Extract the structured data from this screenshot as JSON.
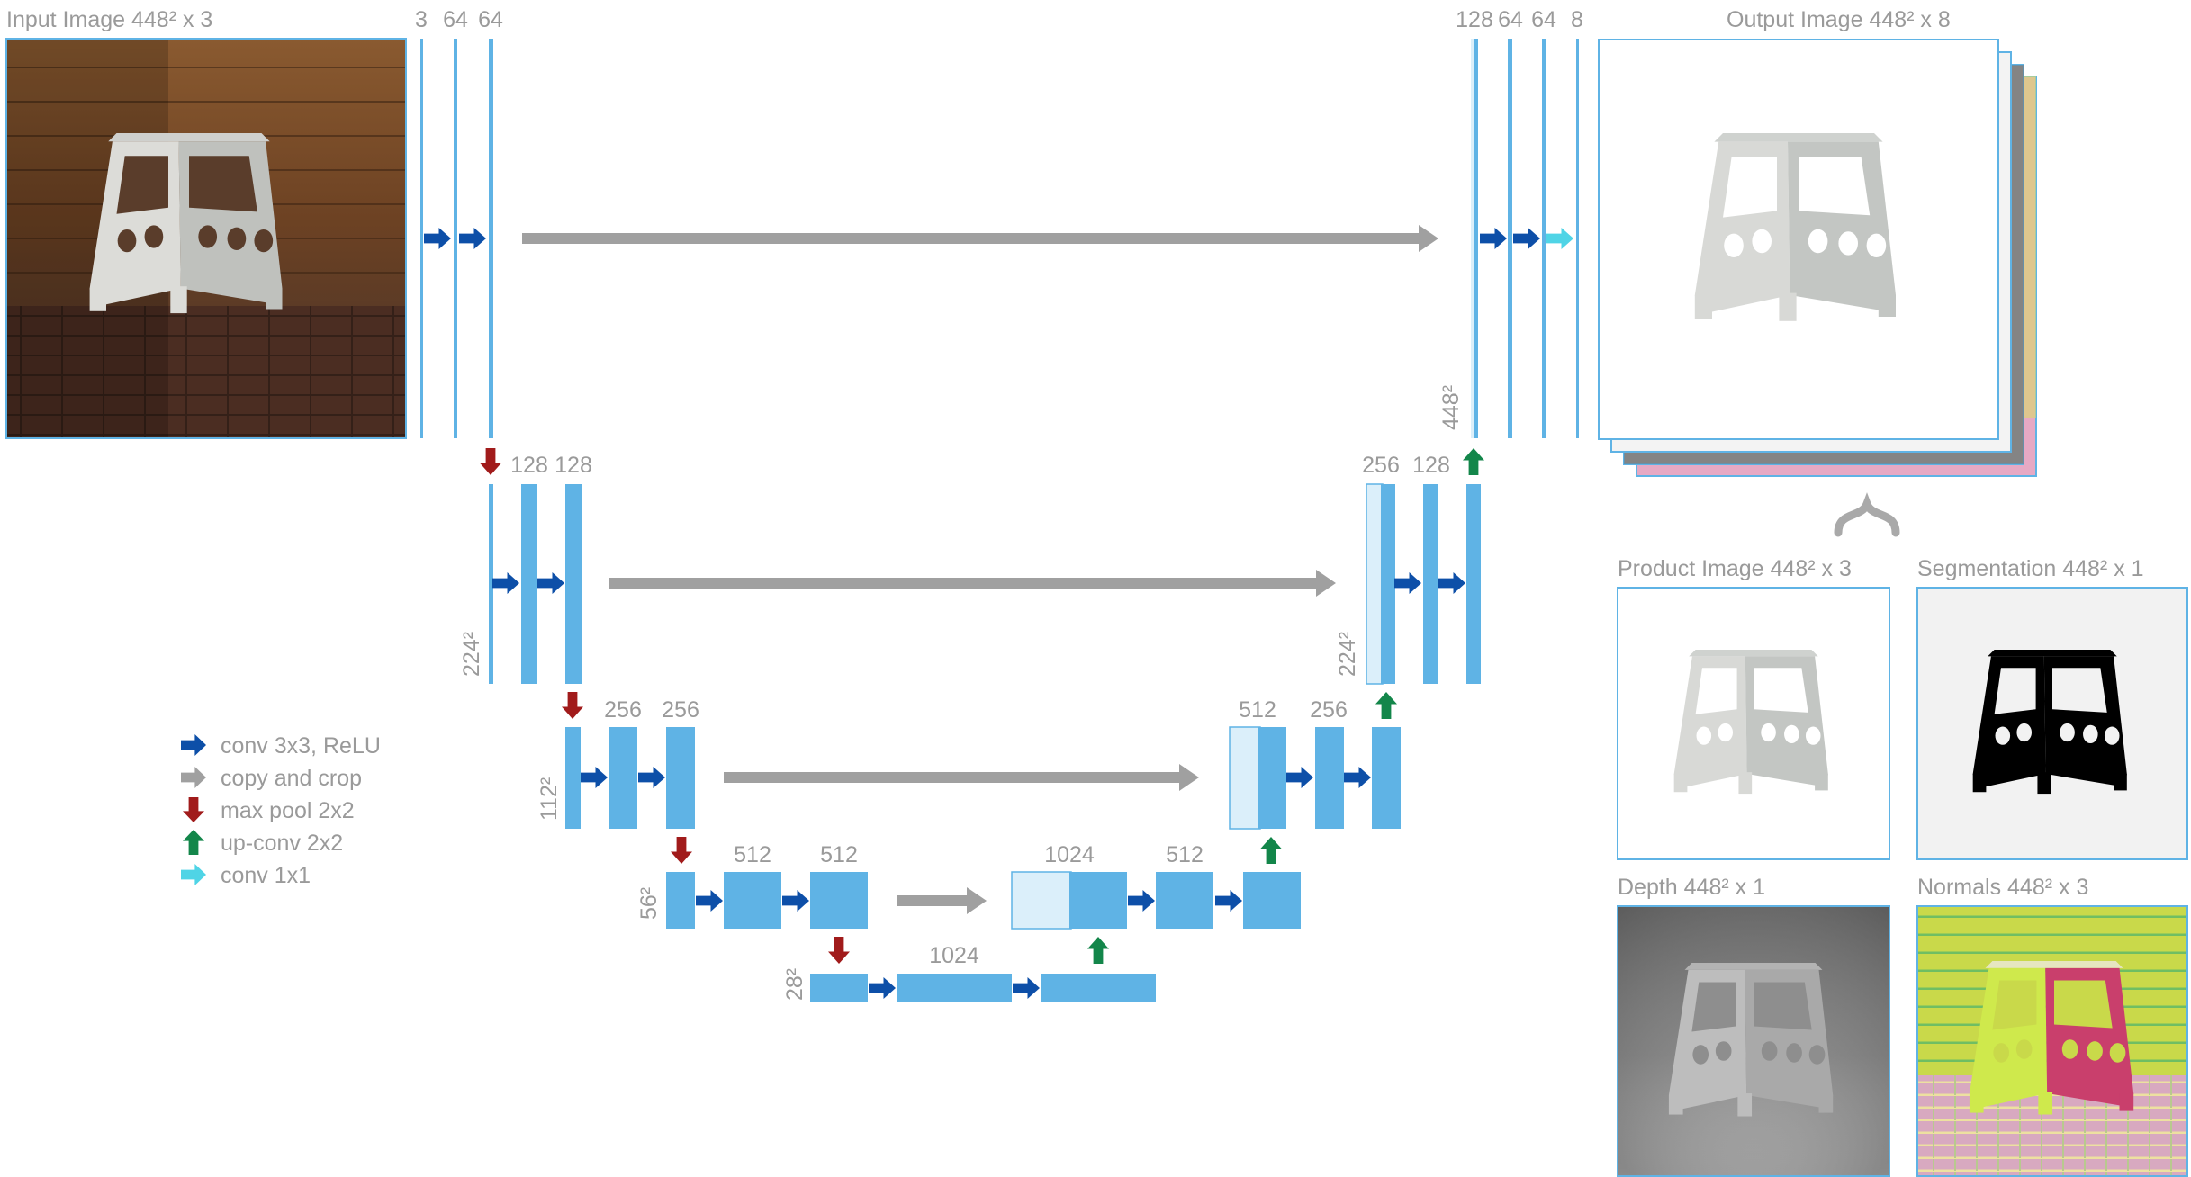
{
  "images": {
    "input": "Input Image 448² x 3",
    "output": "Output Image 448² x 8",
    "product": "Product Image 448² x 3",
    "segmentation": "Segmentation 448² x 1",
    "depth": "Depth 448² x 1",
    "normals": "Normals 448² x 3"
  },
  "channels": {
    "enc1": [
      "3",
      "64",
      "64"
    ],
    "enc2": [
      "128",
      "128"
    ],
    "enc3": [
      "256",
      "256"
    ],
    "enc4": [
      "512",
      "512"
    ],
    "bottleneck": "1024",
    "dec4": [
      "1024",
      "512"
    ],
    "dec3": [
      "512",
      "256"
    ],
    "dec2": [
      "256",
      "128"
    ],
    "dec1": [
      "128",
      "64",
      "64",
      "8"
    ]
  },
  "resolutions": {
    "r448": "448²",
    "r224": "224²",
    "r112": "112²",
    "r56": "56²",
    "r28": "28²"
  },
  "legend": [
    {
      "label": "conv 3x3, ReLU",
      "color": "#0d4fa8",
      "dir": "right"
    },
    {
      "label": "copy and crop",
      "color": "#a0a0a0",
      "dir": "right"
    },
    {
      "label": "max pool 2x2",
      "color": "#a11b1b",
      "dir": "down"
    },
    {
      "label": "up-conv 2x2",
      "color": "#13864a",
      "dir": "up"
    },
    {
      "label": "conv 1x1",
      "color": "#4fd4e6",
      "dir": "right"
    }
  ],
  "colors": {
    "block": "#5fb3e5",
    "block_light": "#dbeffa",
    "conv": "#0d4fa8",
    "copy": "#a0a0a0",
    "pool": "#a11b1b",
    "upconv": "#13864a",
    "conv1x1": "#4fd4e6"
  }
}
